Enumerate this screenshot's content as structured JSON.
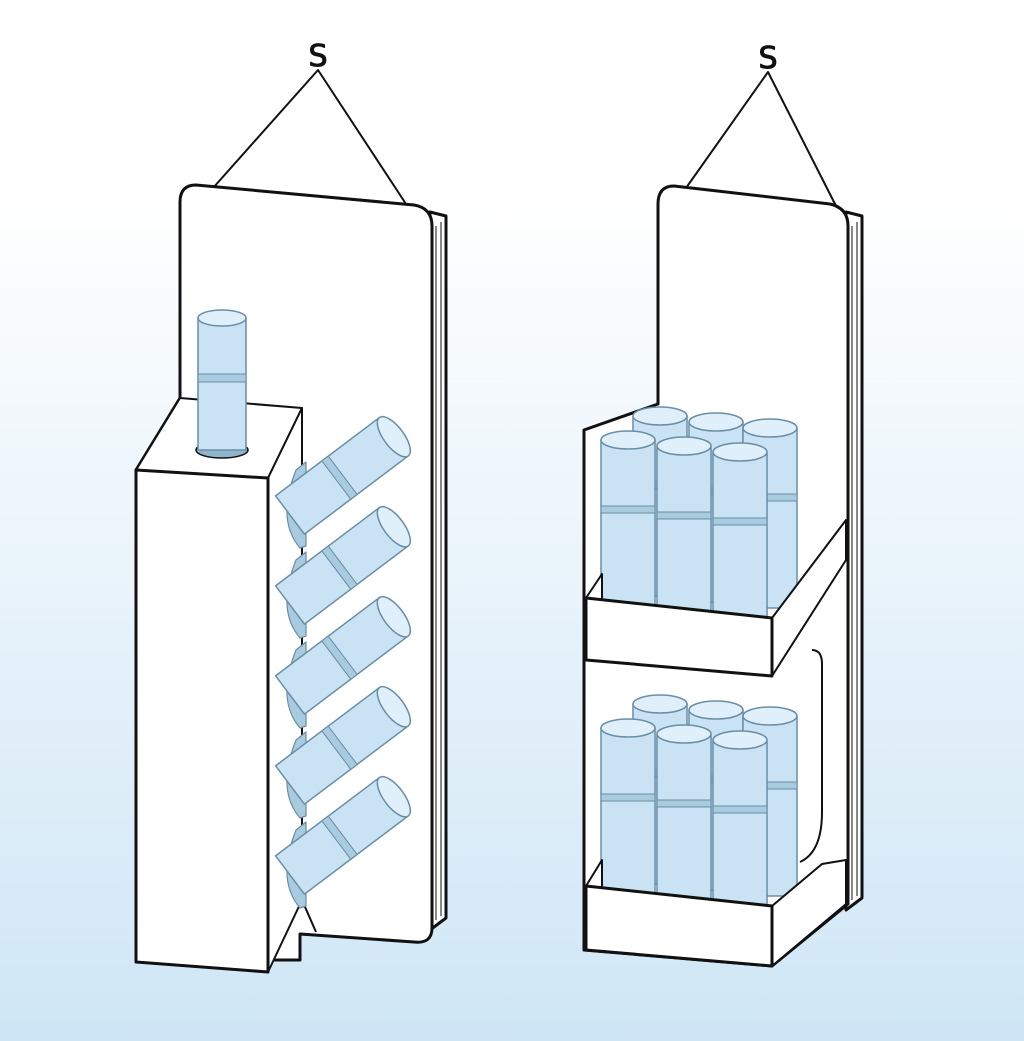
{
  "illustration": {
    "background": {
      "top_color": "#ffffff",
      "bottom_color": "#cfe6f6"
    },
    "displays": [
      {
        "id": "left",
        "description_icon": "hanging-angled-tube-rack-icon",
        "hook_label": "S",
        "angled_tube_count": 5,
        "upright_tube_count": 1
      },
      {
        "id": "right",
        "description_icon": "hanging-two-tier-tray-icon",
        "hook_label": "S",
        "tiers": 2,
        "tubes_per_tier": 6
      }
    ],
    "colors": {
      "outline": "#111111",
      "panel": "#ffffff",
      "tube_fill": "#c9e3f4",
      "tube_band": "#8fb4cc",
      "tube_edge": "#6a8ea6"
    }
  }
}
